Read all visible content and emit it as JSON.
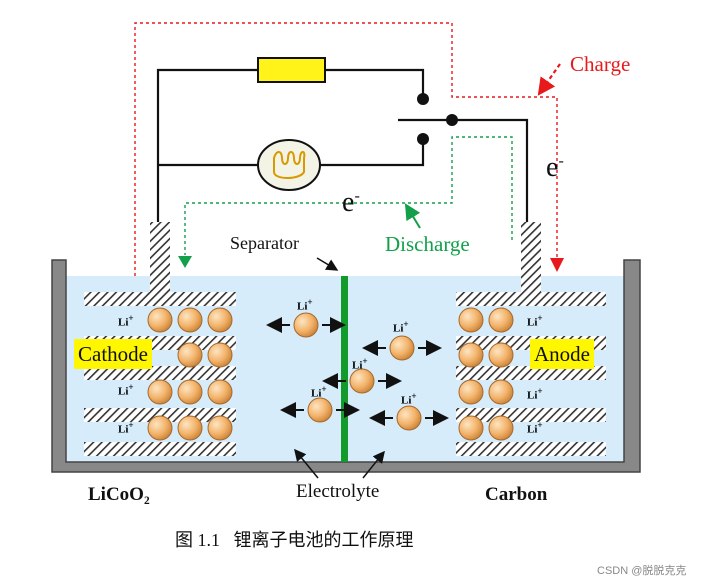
{
  "diagram": {
    "labels": {
      "charge": "Charge",
      "discharge": "Discharge",
      "electron": "e",
      "electron_sup": "-",
      "separator": "Separator",
      "electrolyte": "Electrolyte",
      "cathode": "Cathode",
      "anode": "Anode",
      "cathode_material": "LiCoO₂",
      "anode_material": "Carbon",
      "li_ion": "Li",
      "li_sup": "+"
    },
    "caption": "图 1.1   锂离子电池的工作原理",
    "watermark": "CSDN @脱脱克克",
    "colors": {
      "charge_red": "#e8191b",
      "discharge_green": "#12a04a",
      "separator_green": "#129a2a",
      "electrolyte_fill": "#d6ecfb",
      "resistor_yellow": "#fff31a",
      "ball_orange": "#f2b168",
      "label_yellow": "#fff700"
    }
  }
}
